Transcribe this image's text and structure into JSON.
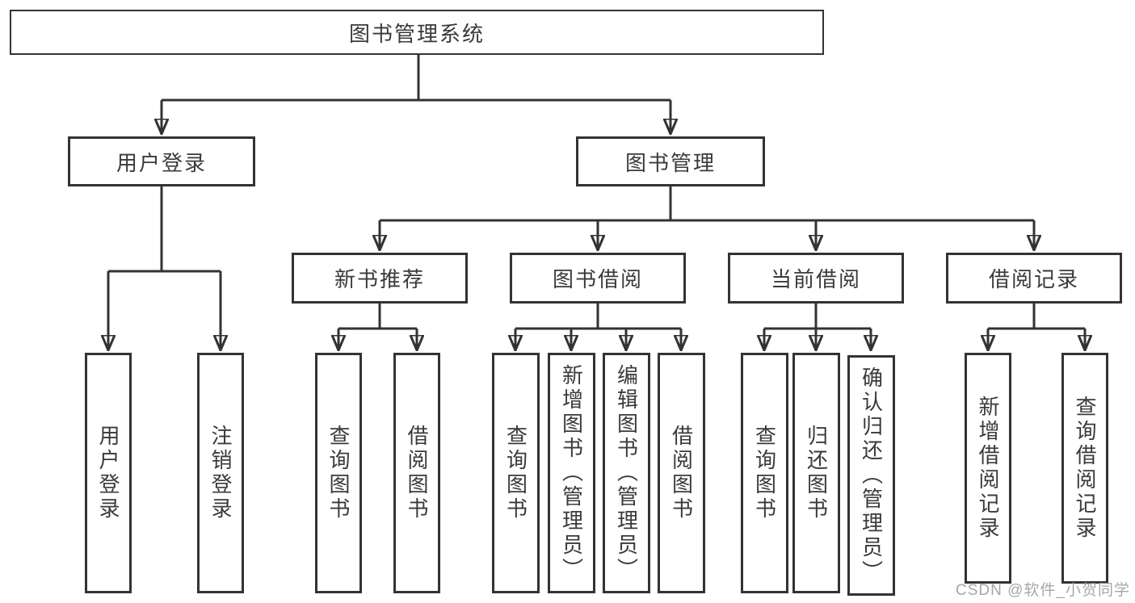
{
  "diagram": {
    "title": "图书管理系统",
    "level2": {
      "user_login": "用户登录",
      "book_management": "图书管理"
    },
    "level3": {
      "new_book": "新书推荐",
      "book_borrow": "图书借阅",
      "current_borrow": "当前借阅",
      "borrow_record": "借阅记录"
    },
    "leaves": {
      "user_login": [
        "用户登录",
        "注销登录"
      ],
      "new_book": [
        "查询图书",
        "借阅图书"
      ],
      "book_borrow": [
        "查询图书",
        "新增图书（管理员）",
        "编辑图书（管理员）",
        "借阅图书"
      ],
      "current_borrow": [
        "查询图书",
        "归还图书",
        "确认归还（管理员）"
      ],
      "borrow_record": [
        "新增借阅记录",
        "查询借阅记录"
      ]
    }
  },
  "watermark": "CSDN @软件_小贺同学",
  "colors": {
    "line": "#333333",
    "box_border": "#333333",
    "text": "#3a3a3a",
    "watermark": "#9ea0a6",
    "background": "#ffffff"
  }
}
